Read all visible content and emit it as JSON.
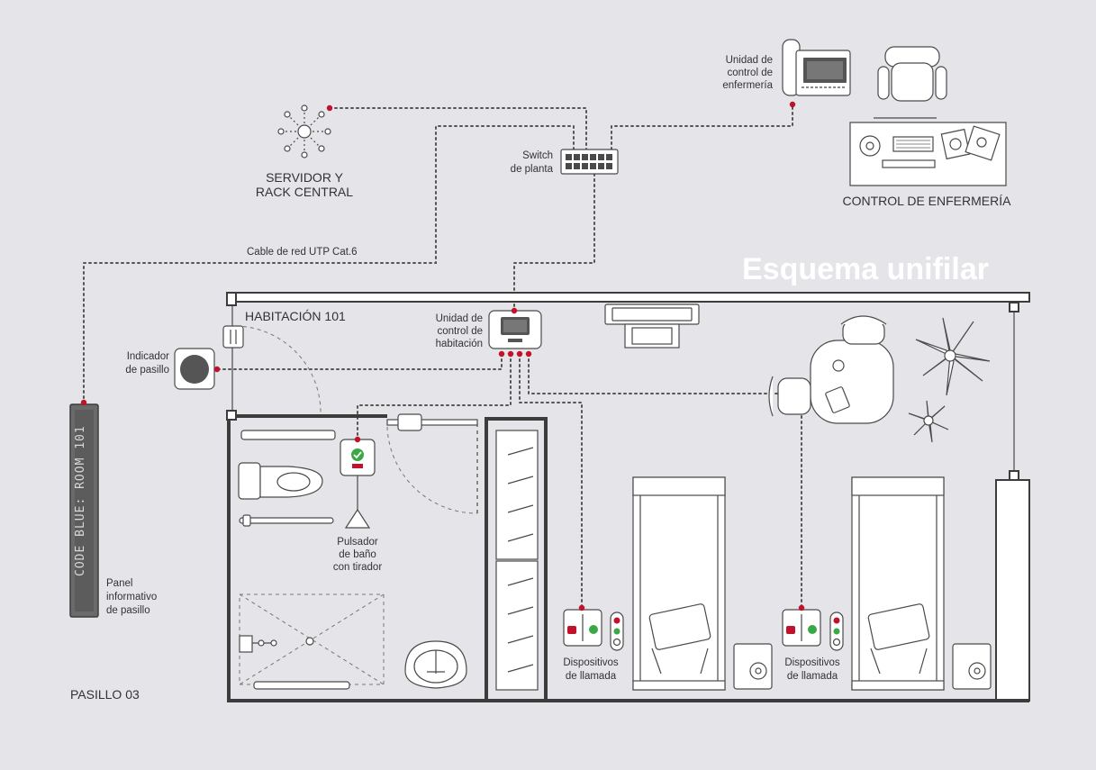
{
  "title": "Esquema unifilar",
  "labels": {
    "server_line1": "SERVIDOR Y",
    "server_line2": "RACK CENTRAL",
    "switch_line1": "Switch",
    "switch_line2": "de planta",
    "nurse_unit_line1": "Unidad de",
    "nurse_unit_line2": "control de",
    "nurse_unit_line3": "enfermería",
    "nurse_station": "CONTROL DE ENFERMERÍA",
    "cable": "Cable de red UTP Cat.6",
    "room": "HABITACIÓN 101",
    "room_unit_line1": "Unidad de",
    "room_unit_line2": "control de",
    "room_unit_line3": "habitación",
    "hall_indicator_line1": "Indicador",
    "hall_indicator_line2": "de pasillo",
    "bath_line1": "Pulsador",
    "bath_line2": "de baño",
    "bath_line3": "con tirador",
    "panel_line1": "Panel",
    "panel_line2": "informativo",
    "panel_line3": "de pasillo",
    "panel_display": "CODE BLUE: ROOM 101",
    "call_devices_line1": "Dispositivos",
    "call_devices_line2": "de llamada",
    "corridor": "PASILLO 03"
  },
  "colors": {
    "background": "#e4e4e9",
    "accent_red": "#c0132b",
    "ok_green": "#3aa845",
    "title": "#ffffff"
  }
}
